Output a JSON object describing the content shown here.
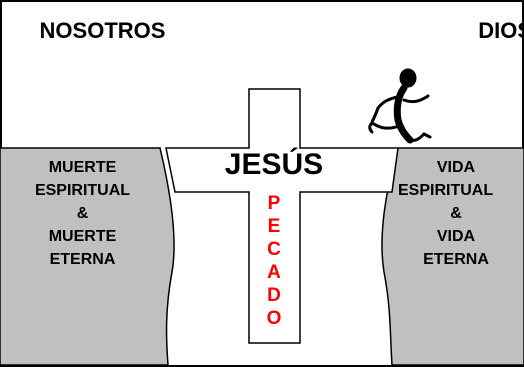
{
  "labels": {
    "left_top": "NOSOTROS",
    "right_top": "DIOS"
  },
  "left_cliff": {
    "lines": [
      "MUERTE",
      "ESPIRITUAL",
      "&",
      "MUERTE",
      "ETERNA"
    ]
  },
  "right_cliff": {
    "lines": [
      "VIDA",
      "ESPIRITUAL",
      "&",
      "VIDA",
      "ETERNA"
    ]
  },
  "cross": {
    "label": "JESÚS"
  },
  "gap": {
    "letters": [
      "P",
      "E",
      "C",
      "A",
      "D",
      "O"
    ]
  },
  "colors": {
    "cliff_fill": "#c0c0c0",
    "outline": "#000000",
    "pecado": "#ff0000"
  },
  "icons": {
    "figure": "running-stick-figure-icon"
  }
}
